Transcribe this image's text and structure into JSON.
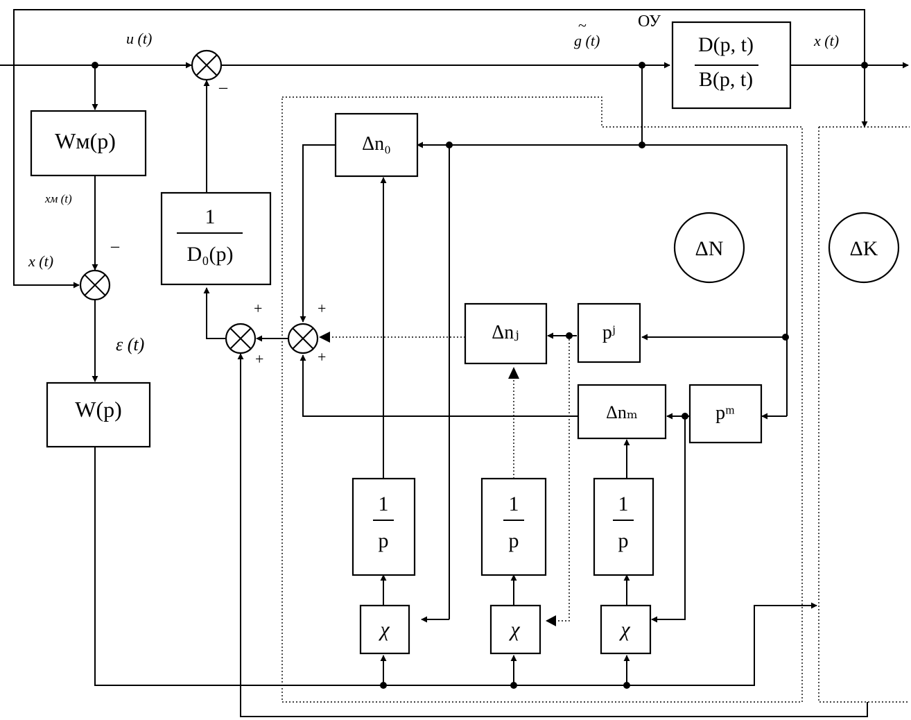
{
  "signals": {
    "u": "u (t)",
    "g_tilde": "g (t)",
    "g_tilde_accent": "~",
    "x_out": "x (t)",
    "x_fb": "x (t)",
    "xm": "xм (t)",
    "eps": "ε (t)"
  },
  "plant_label": "ОУ",
  "blocks": {
    "plant_num": "D(p, t)",
    "plant_den": "B(p, t)",
    "wm": "Wм(p)",
    "w": "W(p)",
    "d0_num": "1",
    "d0_den": "D₀(p)",
    "dn0": "Δn₀",
    "dnj": "Δnⱼ",
    "dnm": "Δnₘ",
    "pj": "pʲ",
    "pm": "pᵐ",
    "int_num": "1",
    "int_den": "p",
    "mult": "χ"
  },
  "regions": {
    "dN": "ΔN",
    "dK": "ΔK"
  },
  "signs": {
    "minus": "–",
    "plus": "+"
  }
}
